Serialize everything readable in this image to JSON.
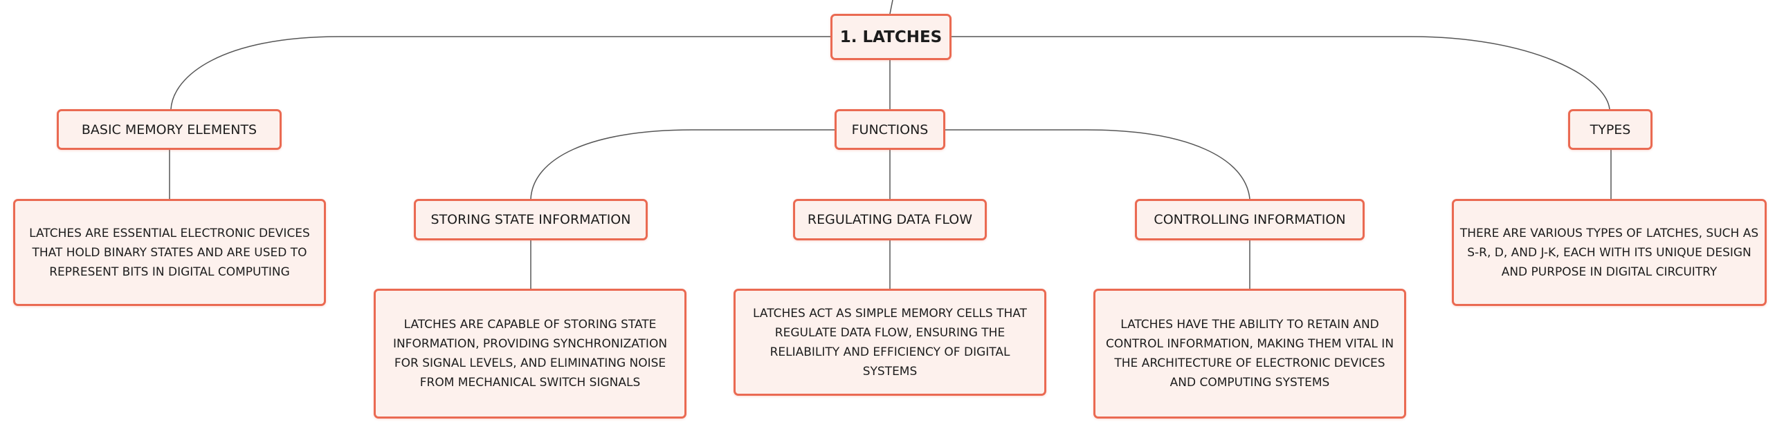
{
  "root": {
    "label": "1. LATCHES"
  },
  "branches": [
    {
      "label": "BASIC MEMORY ELEMENTS",
      "description": "LATCHES ARE ESSENTIAL ELECTRONIC DEVICES THAT HOLD BINARY STATES AND ARE USED TO REPRESENT BITS IN DIGITAL COMPUTING"
    },
    {
      "label": "FUNCTIONS",
      "children": [
        {
          "label": "STORING STATE INFORMATION",
          "description": "LATCHES ARE CAPABLE OF STORING STATE INFORMATION, PROVIDING SYNCHRONIZATION FOR SIGNAL LEVELS, AND ELIMINATING NOISE FROM MECHANICAL SWITCH SIGNALS"
        },
        {
          "label": "REGULATING DATA FLOW",
          "description": "LATCHES ACT AS SIMPLE MEMORY CELLS THAT REGULATE DATA FLOW, ENSURING THE RELIABILITY AND EFFICIENCY OF DIGITAL SYSTEMS"
        },
        {
          "label": "CONTROLLING INFORMATION",
          "description": "LATCHES HAVE THE ABILITY TO RETAIN AND CONTROL INFORMATION, MAKING THEM VITAL IN THE ARCHITECTURE OF ELECTRONIC DEVICES AND COMPUTING SYSTEMS"
        }
      ]
    },
    {
      "label": "TYPES",
      "description": "THERE ARE VARIOUS TYPES OF LATCHES, SUCH AS S-R, D, AND J-K, EACH WITH ITS UNIQUE DESIGN AND PURPOSE IN DIGITAL CIRCUITRY"
    }
  ],
  "colors": {
    "node_border": "#ea6a52",
    "node_fill": "#fdf1ed",
    "connector": "#555555"
  }
}
